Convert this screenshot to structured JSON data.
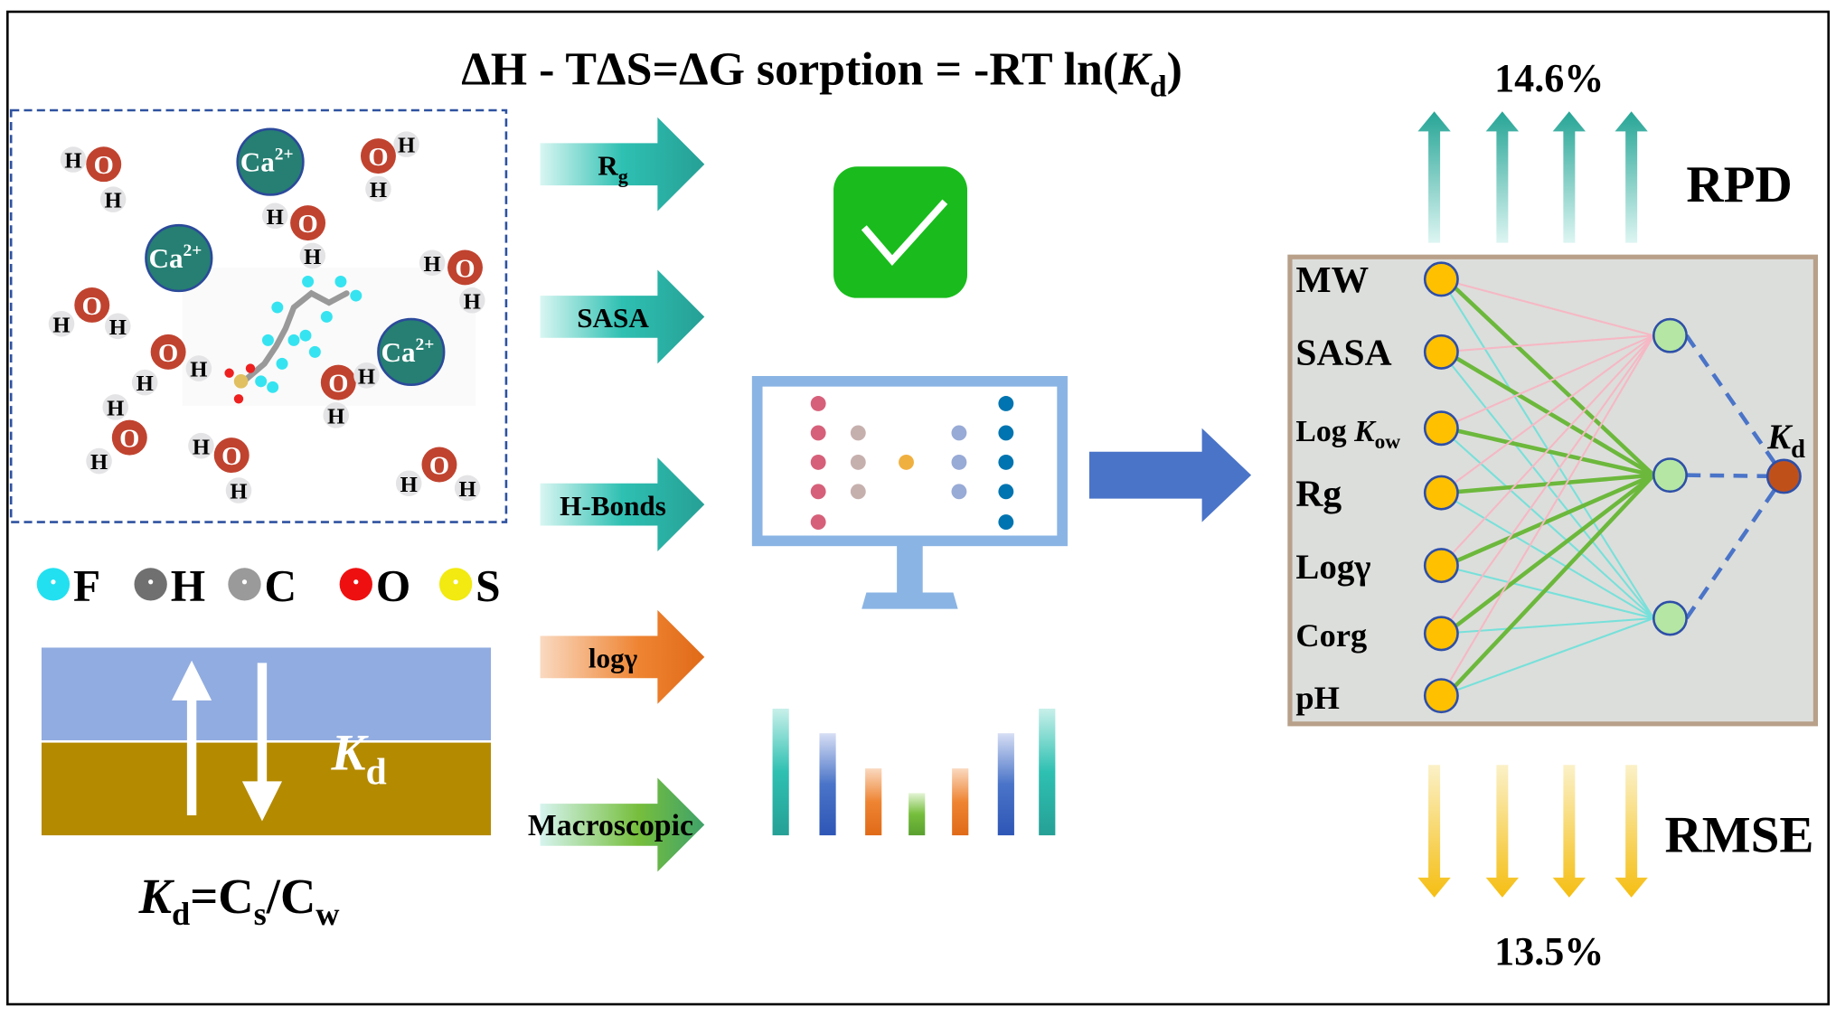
{
  "title": {
    "prefix": "ΔH - TΔS=ΔG sorption = -RT ln(",
    "k": "K",
    "sub": "d",
    "suffix": ")"
  },
  "simulation_box": {
    "ion_label": "Ca",
    "ion_charge": "2+",
    "water_o": "O",
    "water_h": "H"
  },
  "atom_legend": [
    {
      "symbol": "F",
      "color": "#22E0F0"
    },
    {
      "symbol": "H",
      "color": "#707070"
    },
    {
      "symbol": "C",
      "color": "#9A9A9A"
    },
    {
      "symbol": "O",
      "color": "#EE1010"
    },
    {
      "symbol": "S",
      "color": "#F2EA10"
    }
  ],
  "partition": {
    "water_color": "#91ACE0",
    "soil_color": "#B48A00",
    "k": "K",
    "sub": "d",
    "eq_k": "K",
    "eq_sub": "d",
    "eq_mid": "=C",
    "eq_s": "s",
    "eq_slash": "/C",
    "eq_w": "w"
  },
  "descriptor_arrows": [
    {
      "label": "R",
      "sub": "g",
      "color": "#2AB5A5"
    },
    {
      "label": "SASA",
      "sub": "",
      "color": "#2AB5A5"
    },
    {
      "label": "H-Bonds",
      "sub": "",
      "color": "#2AB5A5"
    },
    {
      "label": "logγ",
      "sub": "",
      "color": "#E5711E"
    },
    {
      "label": "Macroscopic",
      "sub": "",
      "color": "#5CB85C"
    }
  ],
  "check_color": "#19BC1C",
  "model_arrow_color": "#4A74C8",
  "network": {
    "inputs": [
      "MW",
      "SASA",
      "Log ",
      "Rg",
      "Logγ",
      "Corg",
      "pH"
    ],
    "kow_k": "K",
    "kow_sub": "ow",
    "output_k": "K",
    "output_sub": "d"
  },
  "metrics": {
    "rpd_label": "RPD",
    "rpd_value": "14.6%",
    "rmse_label": "RMSE",
    "rmse_value": "13.5%"
  }
}
